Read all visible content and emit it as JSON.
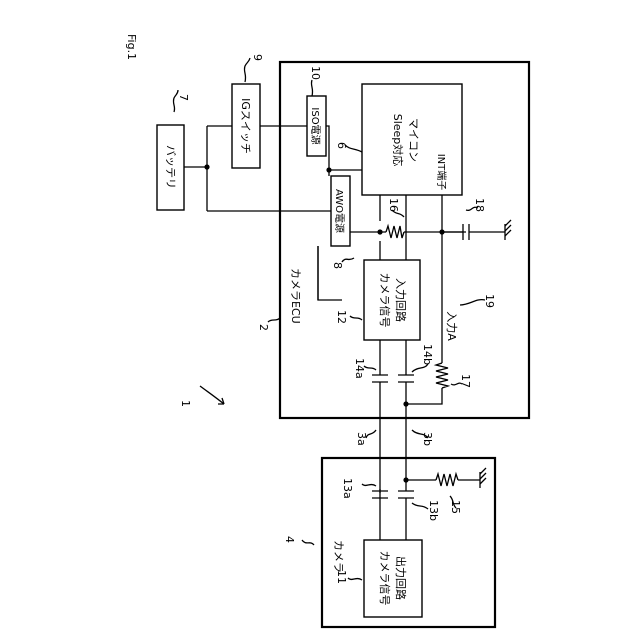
{
  "figure_label": "Fig.1",
  "labels": {
    "battery": "バッテリ",
    "ig_switch": "IGスイッチ",
    "iso_power": "ISO電源",
    "awo_power": "AWO電源",
    "mcu_line1": "Sleep対応",
    "mcu_line2": "マイコン",
    "int_terminal": "INT端子",
    "ecu_title": "カメラECU",
    "cam_in_line1": "カメラ信号",
    "cam_in_line2": "入力回路",
    "input_a": "入力A",
    "camera_title": "カメラ",
    "cam_out_line1": "カメラ信号",
    "cam_out_line2": "出力回路"
  },
  "ref_numerals": {
    "system": "1",
    "ecu": "2",
    "line_a": "3a",
    "line_b": "3b",
    "camera": "4",
    "battery": "7",
    "awo": "8",
    "ig": "9",
    "iso": "10",
    "mcu": "6",
    "cam_out": "11",
    "cam_in": "12",
    "cap_13a": "13a",
    "cap_13b": "13b",
    "cap_14a": "14a",
    "cap_14b": "14b",
    "res_15": "15",
    "res_16": "16",
    "res_17": "17",
    "cap_18": "18",
    "input_19": "19"
  }
}
